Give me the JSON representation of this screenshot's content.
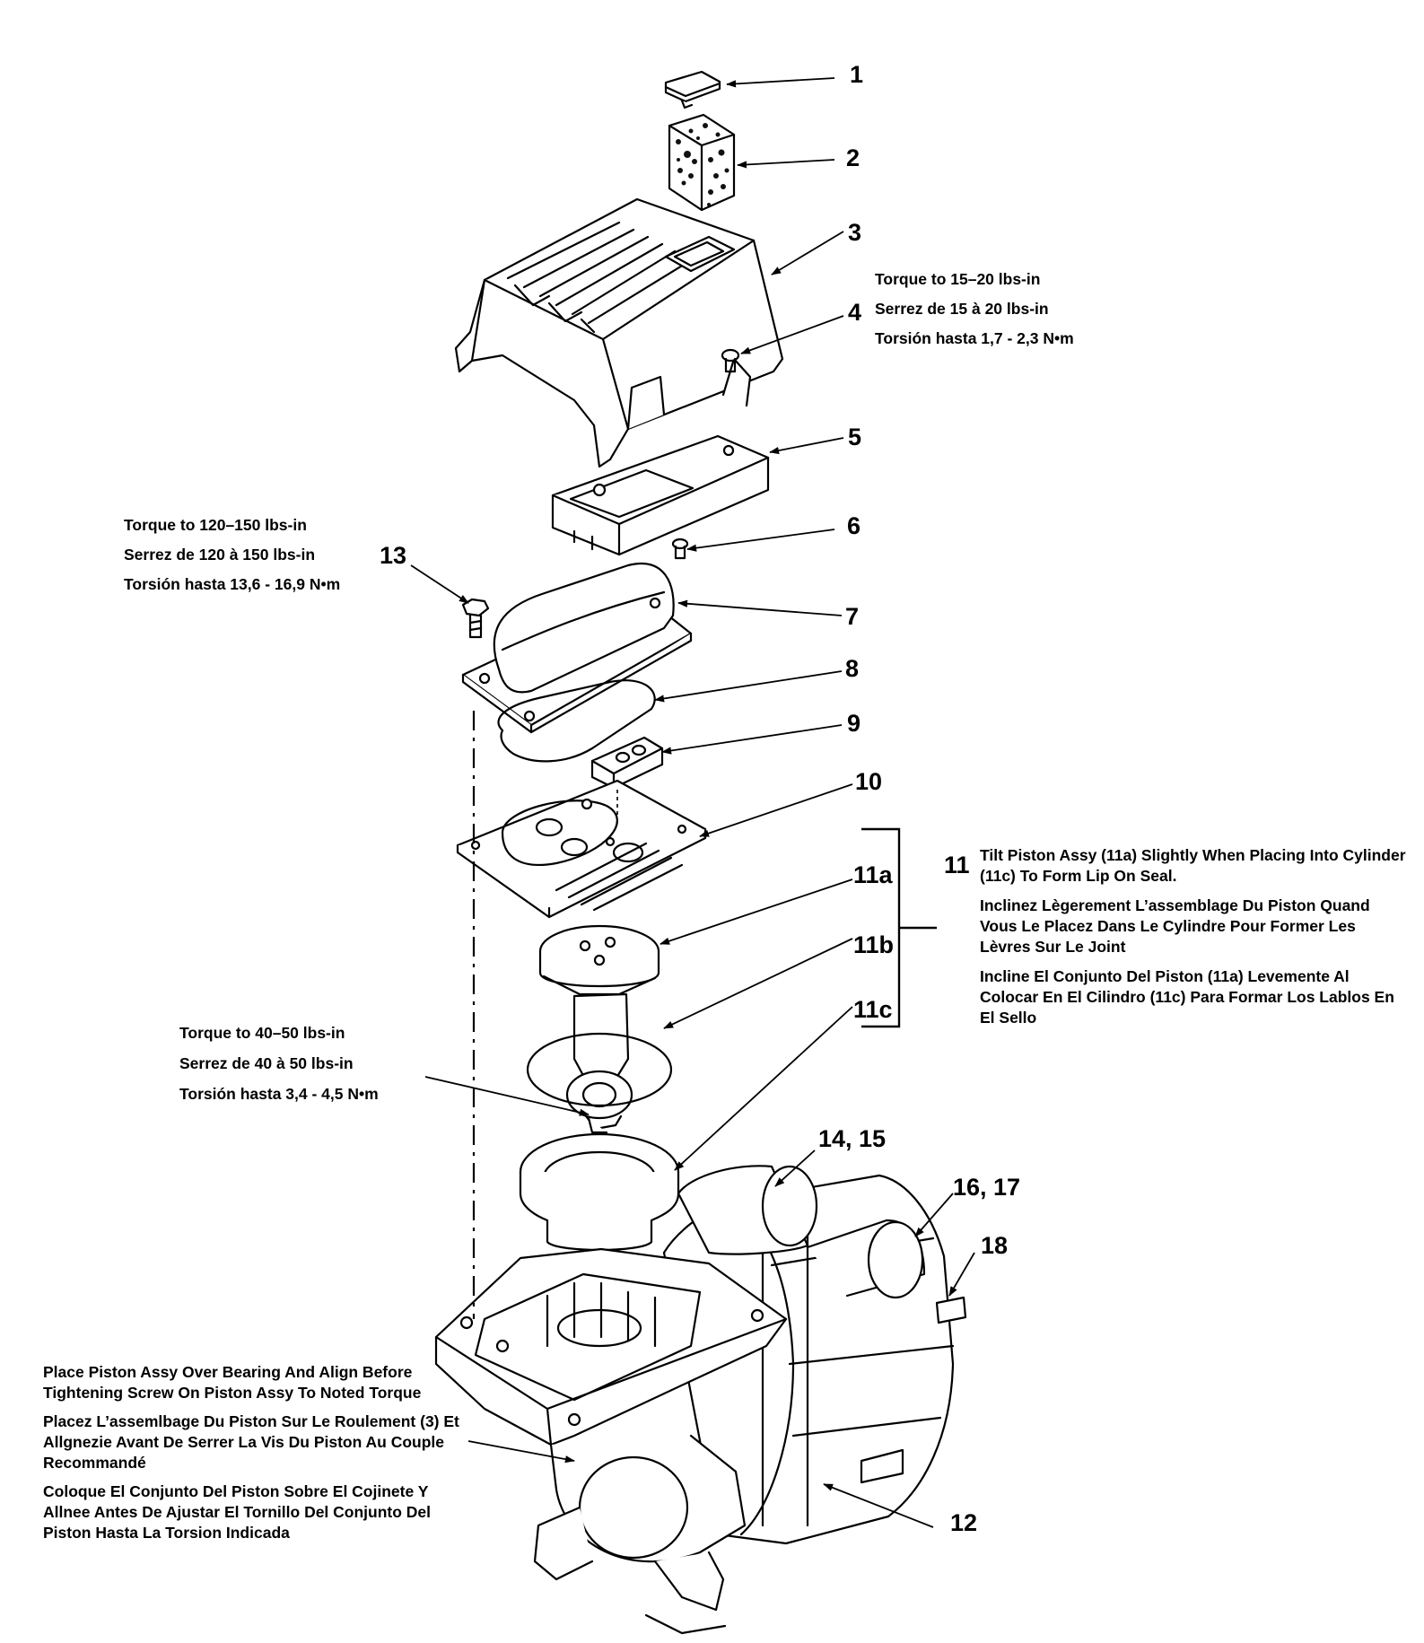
{
  "part_labels": {
    "p1": "1",
    "p2": "2",
    "p3": "3",
    "p4": "4",
    "p5": "5",
    "p6": "6",
    "p7": "7",
    "p8": "8",
    "p9": "9",
    "p10": "10",
    "p11": "11",
    "p11a": "11a",
    "p11b": "11b",
    "p11c": "11c",
    "p12": "12",
    "p13": "13",
    "p14_15": "14, 15",
    "p16_17": "16, 17",
    "p18": "18"
  },
  "notes": {
    "torque_4": {
      "en": "Torque to 15–20 lbs-in",
      "fr": "Serrez de 15 à 20 lbs-in",
      "es": "Torsión hasta 1,7 - 2,3 N•m"
    },
    "torque_13": {
      "en": "Torque to 120–150 lbs-in",
      "fr": "Serrez de 120 à 150 lbs-in",
      "es": "Torsión hasta 13,6 - 16,9 N•m"
    },
    "torque_rod": {
      "en": "Torque to 40–50 lbs-in",
      "fr": "Serrez de 40 à 50 lbs-in",
      "es": "Torsión hasta 3,4 - 4,5 N•m"
    },
    "tilt_11": {
      "en": "Tilt Piston Assy (11a) Slightly When Placing Into Cylinder (11c) To Form Lip On Seal.",
      "fr": "Inclinez Lègerement L’assemblage Du Piston Quand Vous Le Placez Dans Le Cylindre Pour Former Les Lèvres Sur Le Joint",
      "es": "Incline El Conjunto Del Piston (11a) Levemente Al Colocar En El Cilindro (11c) Para Formar Los Lablos En El Sello"
    },
    "place_piston": {
      "en": "Place Piston Assy Over Bearing And Align Before Tightening Screw On Piston Assy To Noted Torque",
      "fr": "Placez L’assemlbage Du Piston Sur Le Roulement (3) Et Allgnezie Avant De Serrer La Vis Du Piston Au Couple Recommandé",
      "es": "Coloque El Conjunto Del Piston Sobre El Cojinete Y Allnee Antes De Ajustar El Tornillo Del Conjunto Del Piston Hasta La Torsion Indicada"
    }
  }
}
